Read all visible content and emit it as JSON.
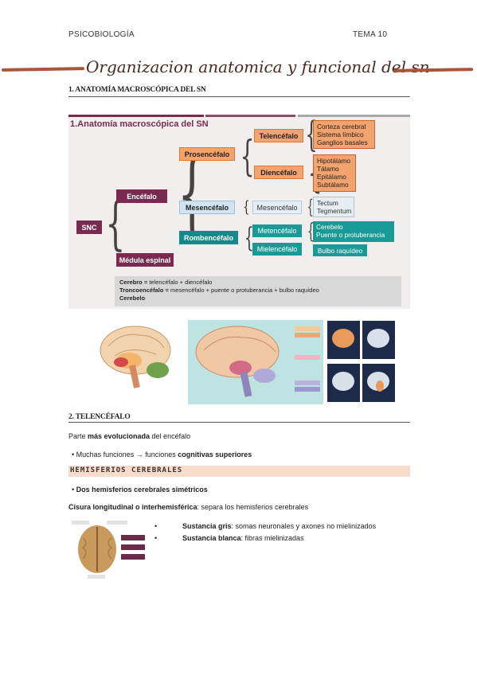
{
  "header": {
    "left": "PSICOBIOLOGÍA",
    "right": "TEMA 10"
  },
  "title": "Organizacion anatomica y funcional del sn",
  "section1": {
    "heading": "1. ANATOMÍA MACROSCÓPICA DEL SN"
  },
  "diagram": {
    "heading": "1.Anatomía macroscópica del SN",
    "snc": "SNC",
    "encefalo": "Encéfalo",
    "medula": "Médula espinal",
    "prosencefalo": "Prosencéfalo",
    "mesencefalo": "Mesencéfalo",
    "rombencefalo": "Rombencéfalo",
    "telencefalo": "Telencéfalo",
    "diencefalo": "Diencéfalo",
    "mesencefalo_sub": "Mesencéfalo",
    "metencefalo": "Metencéfalo",
    "mielencefalo": "Mielencéfalo",
    "telencefalo_list": [
      "Corteza cerebral",
      "Sistema límbico",
      "Ganglios basales"
    ],
    "diencefalo_list": [
      "Hipotálamo",
      "Tálamo",
      "Epitálamo",
      "Subtálamo"
    ],
    "mesencefalo_list": [
      "Tectum",
      "Tegmentum"
    ],
    "metencefalo_list": [
      "Cerebelo",
      "Puente o protuberancia"
    ],
    "mielencefalo_list": [
      "Bulbo raquídeo"
    ],
    "summary": [
      {
        "bold": "Cerebro =",
        "text": " telencéfalo + diencéfalo"
      },
      {
        "bold": "Troncoencéfalo =",
        "text": " mesencéfalo + puente o protuberancia + bulbo raquídeo"
      },
      {
        "bold": "Cerebelo",
        "text": ""
      }
    ]
  },
  "section2": {
    "heading": "2. TELENCÉFALO"
  },
  "telencefalo": {
    "line1_pre": "Parte ",
    "line1_bold": "más evolucionada",
    "line1_post": " del encéfalo",
    "bullet1_pre": "Muchas funciones → funciones ",
    "bullet1_bold": "cognitivas superiores"
  },
  "hemisferios": {
    "heading": "HEMISFERIOS CEREBRALES",
    "bullet": "Dos hemisferios cerebrales simétricos",
    "cisura_bold": "Cisura longitudinal o interhemisférica",
    "cisura_text": ": separa los hemisferios cerebrales",
    "sustancia_gris_bold": "Sustancia gris",
    "sustancia_gris_text": ": somas neuronales y axones no mielinizados",
    "sustancia_blanca_bold": "Sustancia blanca",
    "sustancia_blanca_text": ": fibras mielinizadas"
  },
  "colors": {
    "maroon": "#7a2a4e",
    "orange": "#f2a36e",
    "teal": "#138a8a",
    "lightblue": "#cfe3f1",
    "stroke": "#a9553a"
  }
}
